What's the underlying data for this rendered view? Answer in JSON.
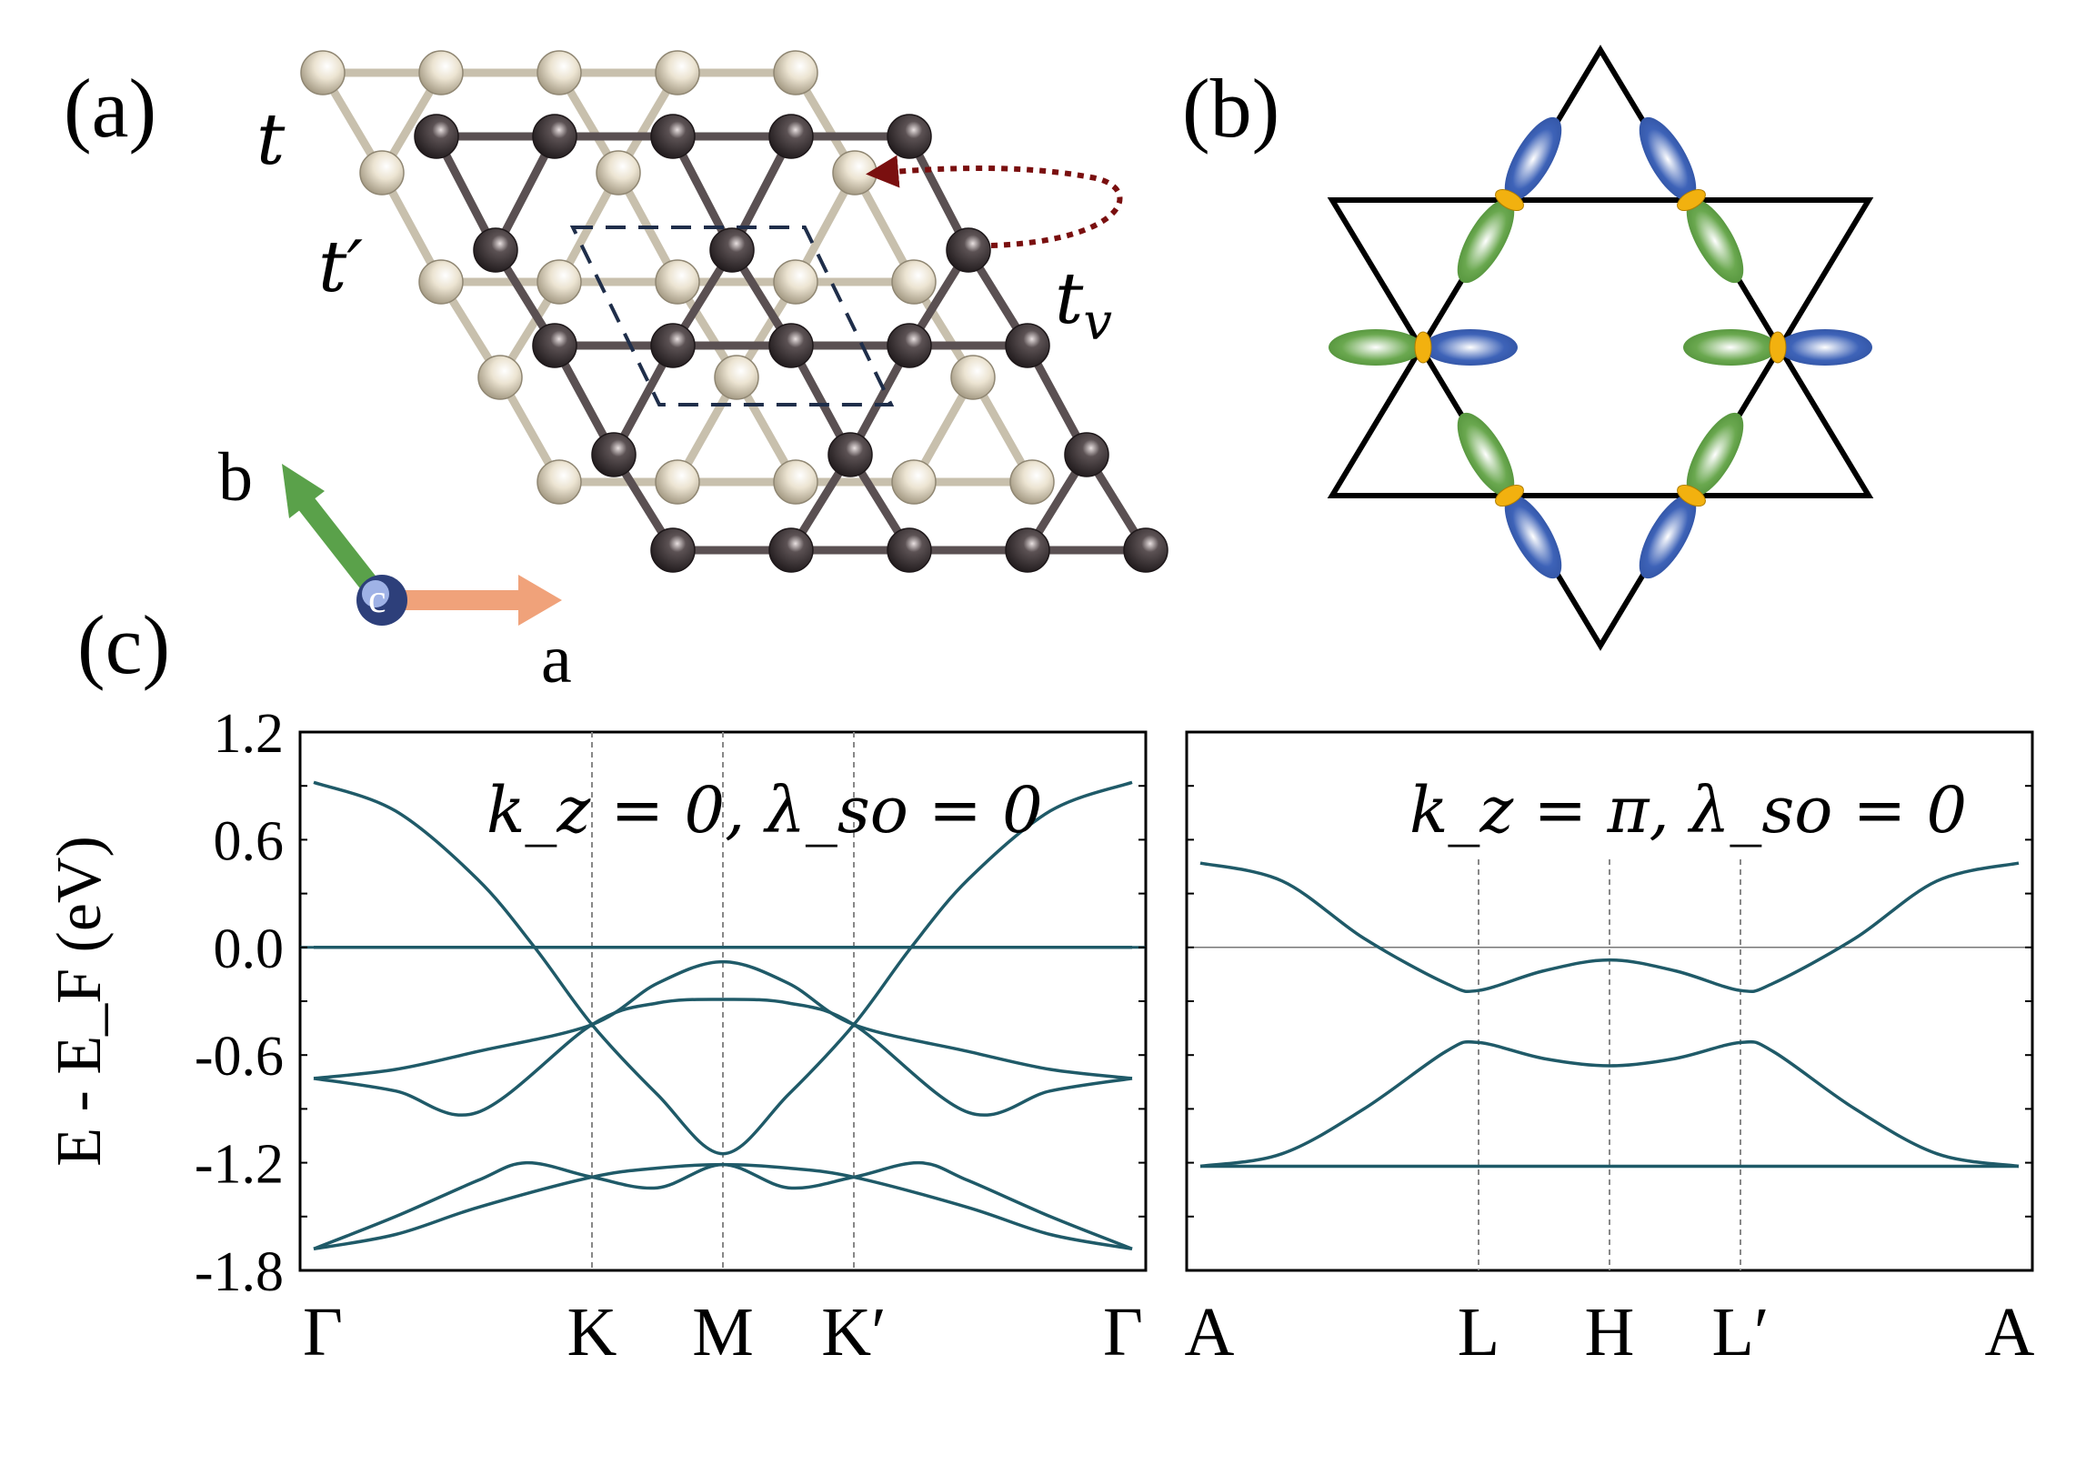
{
  "panel_labels": {
    "a": "(a)",
    "b": "(b)",
    "c": "(c)"
  },
  "lattice_labels": {
    "t": "t",
    "t_prime": "t′",
    "t_v": "t",
    "t_v_sub": "v"
  },
  "axes_labels": {
    "a": "a",
    "b": "b",
    "c": "c"
  },
  "colors": {
    "light_atom": "#d8cfbd",
    "light_bond": "#c8c0ad",
    "dark_atom": "#3a3234",
    "dark_bond": "#5a5052",
    "band": "#1f5a68",
    "orbital_blue": "#3e63b8",
    "orbital_green": "#6aa84f",
    "orbital_center": "#f2b10f",
    "arrow_b": "#5aa14a",
    "arrow_a": "#f0a27a",
    "hop_arrow": "#7a0f0f"
  },
  "chart_data": [
    {
      "type": "line",
      "title": "k_z = 0, λ_so = 0",
      "ylabel": "E - E_F (eV)",
      "ylim": [
        -1.8,
        1.2
      ],
      "yticks": [
        "1.2",
        "0.6",
        "0.0",
        "-0.6",
        "-1.2",
        "-1.8"
      ],
      "ytick_values": [
        1.2,
        0.6,
        0.0,
        -0.6,
        -1.2,
        -1.8
      ],
      "xticks": [
        "Γ",
        "K",
        "M",
        "K′",
        "Γ"
      ],
      "xtick_positions": [
        0,
        0.34,
        0.5,
        0.66,
        1.0
      ],
      "grid": "vertical dashed at K, M, K′",
      "series": [
        {
          "x": [
            0,
            0.17,
            0.34,
            0.5,
            0.66,
            0.83,
            1
          ],
          "y": [
            0.0,
            0.0,
            0.0,
            0.0,
            0.0,
            0.0,
            0.0
          ]
        },
        {
          "x": [
            0,
            0.1,
            0.2,
            0.27,
            0.34,
            0.42,
            0.5,
            0.58,
            0.66,
            0.73,
            0.8,
            0.9,
            1
          ],
          "y": [
            0.92,
            0.76,
            0.38,
            0.0,
            -0.43,
            -0.82,
            -1.15,
            -0.82,
            -0.43,
            0.0,
            0.38,
            0.76,
            0.92
          ]
        },
        {
          "x": [
            0,
            0.1,
            0.2,
            0.34,
            0.42,
            0.5,
            0.58,
            0.66,
            0.8,
            0.9,
            1
          ],
          "y": [
            -0.73,
            -0.68,
            -0.58,
            -0.43,
            -0.2,
            -0.08,
            -0.2,
            -0.43,
            -0.58,
            -0.68,
            -0.73
          ]
        },
        {
          "x": [
            0,
            0.1,
            0.2,
            0.34,
            0.42,
            0.5,
            0.58,
            0.66,
            0.8,
            0.9,
            1
          ],
          "y": [
            -0.73,
            -0.8,
            -0.92,
            -0.43,
            -0.31,
            -0.29,
            -0.31,
            -0.43,
            -0.92,
            -0.8,
            -0.73
          ]
        },
        {
          "x": [
            0,
            0.1,
            0.2,
            0.26,
            0.34,
            0.42,
            0.5,
            0.58,
            0.66,
            0.74,
            0.8,
            0.9,
            1
          ],
          "y": [
            -1.68,
            -1.5,
            -1.3,
            -1.2,
            -1.28,
            -1.34,
            -1.21,
            -1.34,
            -1.28,
            -1.2,
            -1.3,
            -1.5,
            -1.68
          ]
        },
        {
          "x": [
            0,
            0.1,
            0.2,
            0.34,
            0.42,
            0.5,
            0.58,
            0.66,
            0.8,
            0.9,
            1
          ],
          "y": [
            -1.68,
            -1.6,
            -1.45,
            -1.28,
            -1.23,
            -1.21,
            -1.23,
            -1.28,
            -1.45,
            -1.6,
            -1.68
          ]
        }
      ]
    },
    {
      "type": "line",
      "title": "k_z = π, λ_so = 0",
      "ylim": [
        -1.8,
        1.2
      ],
      "xticks": [
        "A",
        "L",
        "H",
        "L′",
        "A"
      ],
      "xtick_positions": [
        0,
        0.34,
        0.5,
        0.66,
        1.0
      ],
      "grid": "vertical dashed at L, H, L′",
      "series": [
        {
          "x": [
            0,
            0.34,
            0.5,
            0.66,
            1
          ],
          "y": [
            -1.22,
            -1.22,
            -1.22,
            -1.22,
            -1.22
          ]
        },
        {
          "x": [
            0,
            0.1,
            0.2,
            0.3,
            0.34,
            0.42,
            0.5,
            0.58,
            0.66,
            0.7,
            0.8,
            0.9,
            1
          ],
          "y": [
            0.47,
            0.37,
            0.05,
            -0.2,
            -0.24,
            -0.13,
            -0.07,
            -0.13,
            -0.24,
            -0.2,
            0.05,
            0.37,
            0.47
          ]
        },
        {
          "x": [
            0,
            0.1,
            0.2,
            0.3,
            0.34,
            0.42,
            0.5,
            0.58,
            0.66,
            0.7,
            0.8,
            0.9,
            1
          ],
          "y": [
            -1.22,
            -1.15,
            -0.9,
            -0.58,
            -0.53,
            -0.62,
            -0.66,
            -0.62,
            -0.53,
            -0.58,
            -0.9,
            -1.15,
            -1.22
          ]
        }
      ]
    }
  ]
}
